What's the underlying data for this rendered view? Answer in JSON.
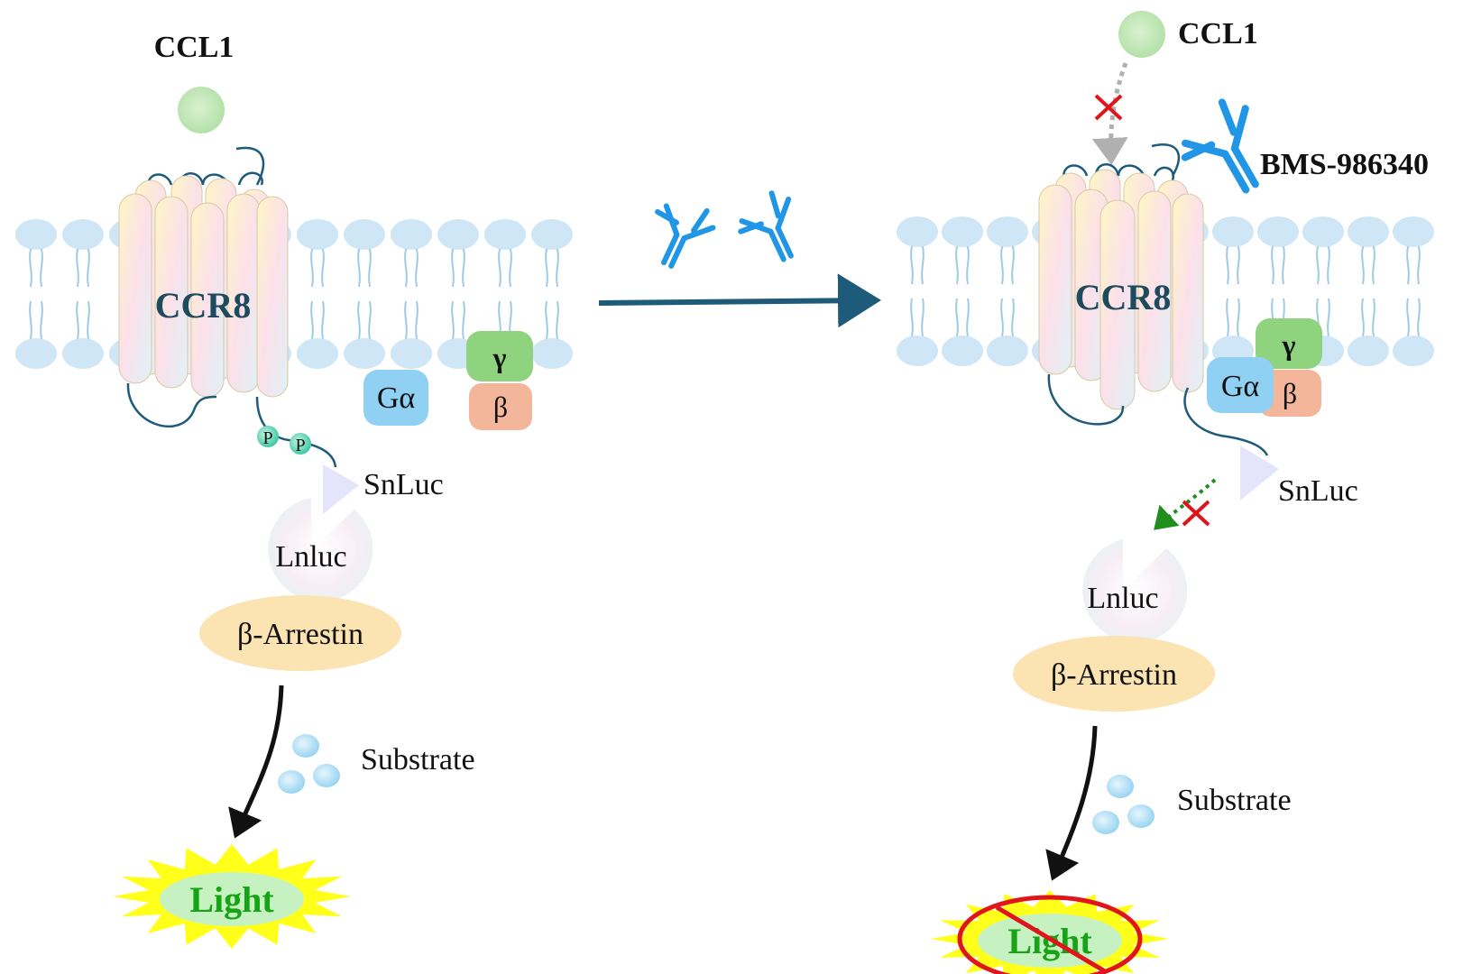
{
  "left": {
    "ligand_label": "CCL1",
    "receptor_label": "CCR8",
    "g_alpha_label": "Gα",
    "g_beta_label": "β",
    "g_gamma_label": "γ",
    "phospho_labels": [
      "P",
      "P"
    ],
    "snluc_label": "SnLuc",
    "lnluc_label": "Lnluc",
    "arrestin_label": "β-Arrestin",
    "substrate_label": "Substrate",
    "light_label": "Light"
  },
  "right": {
    "ligand_label": "CCL1",
    "antibody_label": "BMS-986340",
    "receptor_label": "CCR8",
    "g_alpha_label": "Gα",
    "g_beta_label": "β",
    "g_gamma_label": "γ",
    "snluc_label": "SnLuc",
    "lnluc_label": "Lnluc",
    "arrestin_label": "β-Arrestin",
    "substrate_label": "Substrate",
    "light_label": "Light"
  },
  "colors": {
    "membrane": "#cfe6f6",
    "membrane_tail": "#9ecbe6",
    "ccl1": "#bfe6b4",
    "antibody": "#2196e6",
    "arrow": "#1e5a7a",
    "receptor_text": "#1e4a5e",
    "g_alpha": "#8fd0f3",
    "g_beta": "#f3b69a",
    "g_gamma": "#8fd37f",
    "arrestin": "#fbe3b2",
    "burst": "#ffff1a",
    "light_text": "#16a316",
    "block": "#e0141b",
    "dotted_green": "#1f8e1f",
    "dotted_gray": "#b0b0b0"
  }
}
